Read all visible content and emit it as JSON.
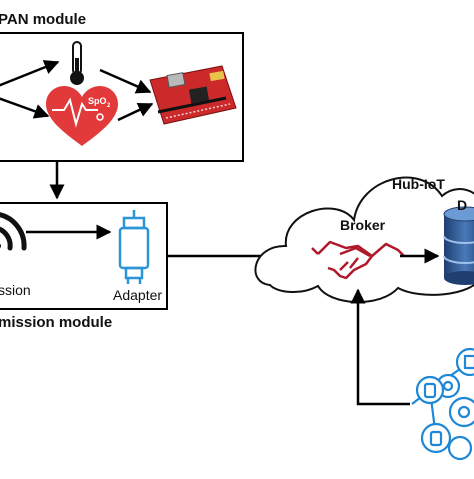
{
  "wpan_module": {
    "title": "PAN module",
    "spo2_label": "SpO"
  },
  "transmission_module": {
    "title": "mission module",
    "transmission_label": "ssion",
    "adapter_label": "Adapter"
  },
  "hub": {
    "title": "Hub-IoT",
    "broker_label": "Broker",
    "db_label_fragment": "D"
  },
  "colors": {
    "line": "#000000",
    "heart": "#e23a3a",
    "handshake": "#b0182b",
    "adapter": "#2b95d8",
    "database": "#2a4f86",
    "apps": "#1e88d6"
  }
}
